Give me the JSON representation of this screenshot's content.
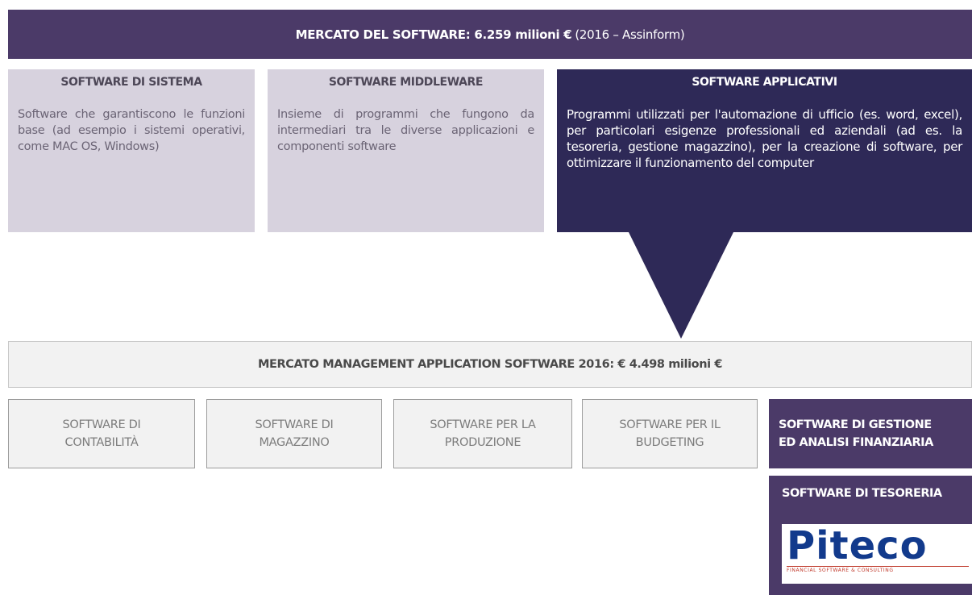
{
  "banner": {
    "bold": "MERCATO DEL SOFTWARE: 6.259 milioni €",
    "normal": "(2016 – Assinform)"
  },
  "categories": [
    {
      "title": "SOFTWARE DI SISTEMA",
      "desc": "Software che garantiscono le funzioni base (ad esempio i sistemi operativi, come MAC OS, Windows)"
    },
    {
      "title": "SOFTWARE MIDDLEWARE",
      "desc": "Insieme di programmi che fungono da intermediari tra le diverse applicazioni e componenti software"
    },
    {
      "title": "SOFTWARE APPLICATIVI",
      "desc": "Programmi utilizzati per l'automazione di ufficio (es. word, excel), per particolari esigenze professionali ed aziendali (ad es. la tesoreria, gestione magazzino), per la creazione di software, per ottimizzare il funzionamento del computer"
    }
  ],
  "management_market": "MERCATO MANAGEMENT APPLICATION SOFTWARE 2016: € 4.498 milioni €",
  "software_boxes": [
    "SOFTWARE DI\nCONTABILITÀ",
    "SOFTWARE DI\nMAGAZZINO",
    "SOFTWARE PER LA\nPRODUZIONE",
    "SOFTWARE PER IL\nBUDGETING",
    "SOFTWARE DI GESTIONE\nED ANALISI FINANZIARIA"
  ],
  "tesoreria": {
    "title": "SOFTWARE DI TESORERIA",
    "logo_word": "Piteco",
    "logo_tagline": "FINANCIAL SOFTWARE & CONSULTING"
  },
  "colors": {
    "banner": "#4b3a68",
    "light_category": "#d7d2de",
    "dark_category": "#2e2957",
    "box_fill": "#f2f2f2",
    "logo_blue": "#123a8c",
    "logo_red": "#c0392b"
  }
}
